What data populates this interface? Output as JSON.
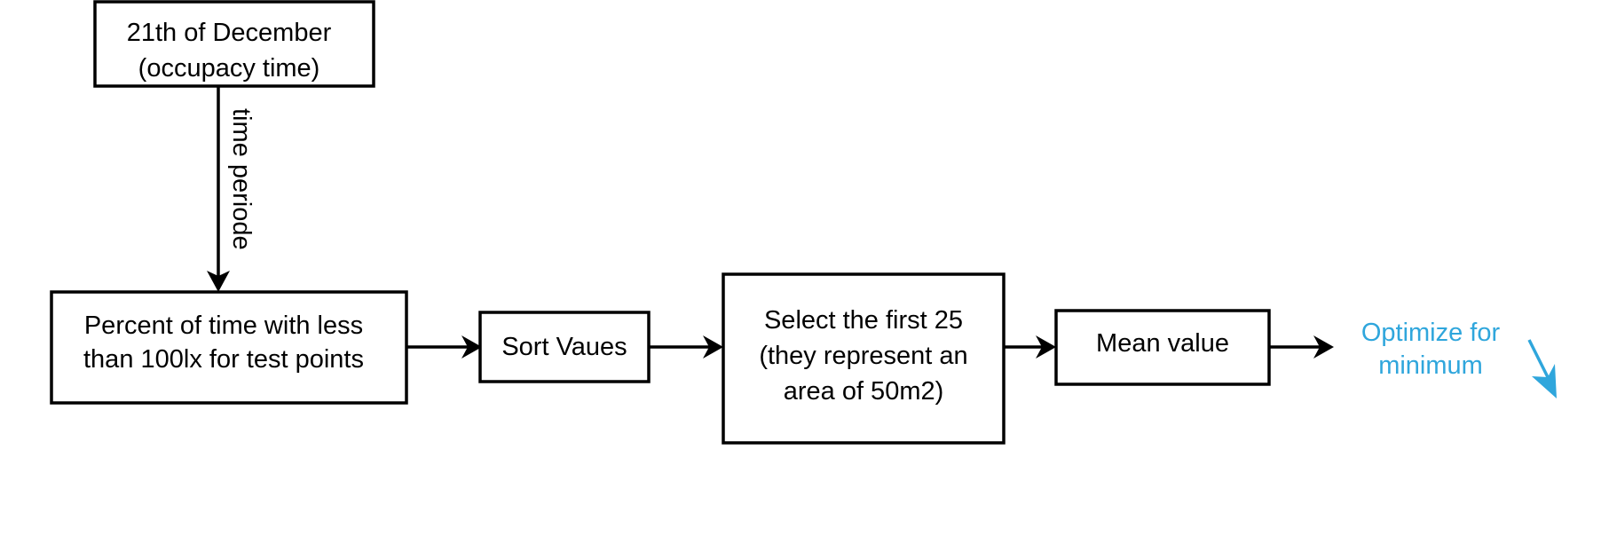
{
  "nodes": {
    "occupancy": {
      "lines": [
        "21th of December",
        "(occupacy time)"
      ]
    },
    "percent": {
      "lines": [
        "Percent of time with less",
        "than 100lx for test points"
      ]
    },
    "sort": {
      "lines": [
        "Sort Vaues"
      ]
    },
    "select": {
      "lines": [
        "Select the first 25",
        "(they represent an",
        "area of 50m2)"
      ]
    },
    "mean": {
      "lines": [
        "Mean value"
      ]
    }
  },
  "edges": {
    "occupancy_to_percent": {
      "label": "time periode"
    }
  },
  "goal": {
    "lines": [
      "Optimize for",
      "minimum"
    ],
    "icon": "arrow-down-right-icon",
    "color": "#2fa6dc"
  }
}
